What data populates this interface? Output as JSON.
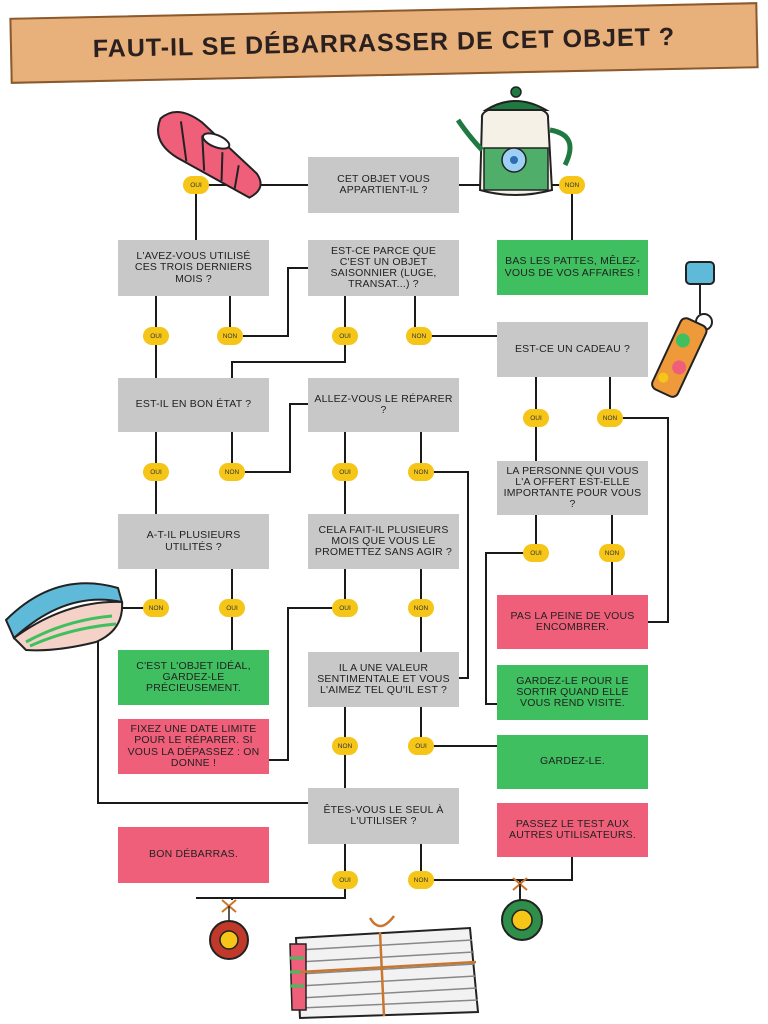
{
  "title": "FAUT-IL SE DÉBARRASSER DE CET OBJET ?",
  "labels": {
    "yes": "OUI",
    "no": "NON"
  },
  "questions": {
    "q1": "CET OBJET VOUS APPARTIENT-IL ?",
    "q2": "L'AVEZ-VOUS UTILISÉ CES TROIS DERNIERS MOIS ?",
    "q3": "EST-CE PARCE QUE C'EST UN OBJET SAISONNIER (LUGE, TRANSAT...) ?",
    "q4": "EST-CE UN CADEAU ?",
    "q5": "EST-IL EN BON ÉTAT ?",
    "q6": "ALLEZ-VOUS LE RÉPARER ?",
    "q7": "LA PERSONNE QUI VOUS L'A OFFERT EST-ELLE IMPORTANTE POUR VOUS ?",
    "q8": "A-T-IL PLUSIEURS UTILITÉS ?",
    "q9": "CELA FAIT-IL PLUSIEURS MOIS QUE VOUS LE PROMETTEZ SANS AGIR ?",
    "q10": "IL A UNE VALEUR SENTIMENTALE ET VOUS L'AIMEZ TEL QU'IL EST ?",
    "q11": "ÊTES-VOUS LE SEUL À L'UTILISER ?"
  },
  "answers": {
    "a1": "BAS LES PATTES, MÊLEZ-VOUS DE VOS AFFAIRES !",
    "a2": "PAS LA PEINE DE VOUS ENCOMBRER.",
    "a3": "C'EST L'OBJET IDÉAL, GARDEZ-LE PRÉCIEUSEMENT.",
    "a4": "GARDEZ-LE POUR LE SORTIR QUAND ELLE VOUS REND VISITE.",
    "a5": "FIXEZ UNE DATE LIMITE POUR LE RÉPARER. SI VOUS LA DÉPASSEZ : ON DONNE !",
    "a6": "GARDEZ-LE.",
    "a7": "BON DÉBARRAS.",
    "a8": "PASSEZ LE TEST AUX AUTRES UTILISATEURS."
  },
  "colors": {
    "question": "#c8c8c8",
    "keep": "#3fbf5f",
    "discard": "#ef5f7a",
    "pill": "#f5c518",
    "banner": "#e8b07a"
  },
  "icons": [
    "sandal-icon",
    "teapot-icon",
    "bubble-tube-icon",
    "belt-bag-icon",
    "ornament-icon",
    "paper-stack-icon"
  ]
}
